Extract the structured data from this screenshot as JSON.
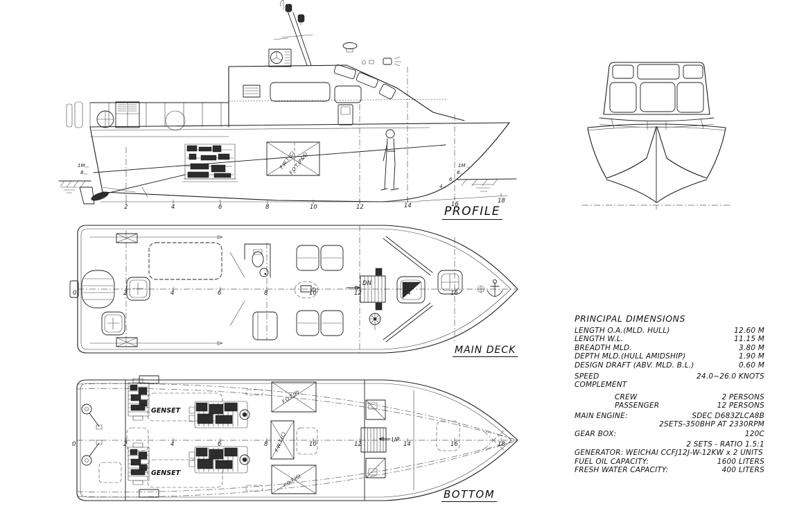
{
  "drawing": {
    "view_labels": {
      "profile": "PROFILE",
      "main_deck": "MAIN DECK",
      "bottom": "BOTTOM"
    },
    "stations": {
      "profile": [
        "2",
        "4",
        "6",
        "8",
        "10",
        "12",
        "14",
        "16",
        "18"
      ],
      "main_deck": [
        "0",
        "2",
        "4",
        "6",
        "8",
        "10",
        "12",
        "14",
        "16"
      ],
      "bottom": [
        "0",
        "2",
        "4",
        "6",
        "8",
        "10",
        "12",
        "14",
        "16",
        "18"
      ]
    },
    "draft_marks": {
      "stern": [
        "1M",
        "8"
      ],
      "bow": [
        "1M",
        "8",
        "6",
        "4"
      ]
    },
    "annotations": {
      "profile_tank_line1": "F.W.T.(C)",
      "profile_tank_line2": "F.O.T.(P&S)",
      "genset": "GENSET",
      "tank_port": "F.O.T.(P)",
      "tank_center": "F.W.T.(C)",
      "tank_stbd": "F.O.T.(S)",
      "stairs_down": "DN",
      "stairs_up": "UP"
    }
  },
  "specs": {
    "title": "PRINCIPAL DIMENSIONS",
    "rows": [
      {
        "label": "LENGTH O.A.(MLD. HULL)",
        "value": "12.60 M"
      },
      {
        "label": "LENGTH W.L.",
        "value": "11.15 M"
      },
      {
        "label": "BREADTH MLD.",
        "value": "3.80 M"
      },
      {
        "label": "DEPTH MLD.(HULL AMIDSHIP)",
        "value": "1.90 M"
      },
      {
        "label": "DESIGN DRAFT (ABV. MLD. B.L.)",
        "value": "0.60 M"
      },
      {
        "label": "SPEED",
        "value": "24.0~26.0 KNOTS"
      },
      {
        "label": "COMPLEMENT",
        "value": ""
      },
      {
        "label": "CREW",
        "value": "2 PERSONS"
      },
      {
        "label": "PASSENGER",
        "value": "12 PERSONS"
      },
      {
        "label": "MAIN ENGINE:",
        "value": "SDEC D683ZLCA8B"
      },
      {
        "label": "",
        "value": "2SETS-350BHP AT 2330RPM"
      },
      {
        "label": "GEAR BOX:",
        "value": "120C"
      },
      {
        "label": "",
        "value": "2 SETS - RATIO 1.5:1"
      },
      {
        "label": "GENERATOR: WEICHAI CCFJ12J-W-12KW x 2 UNITS",
        "value": ""
      },
      {
        "label": "FUEL OIL CAPACITY:",
        "value": "1600 LITERS"
      },
      {
        "label": "FRESH WATER CAPACITY:",
        "value": "400 LITERS"
      }
    ]
  },
  "colors": {
    "ink": "#1c1c1c",
    "background": "#ffffff"
  }
}
